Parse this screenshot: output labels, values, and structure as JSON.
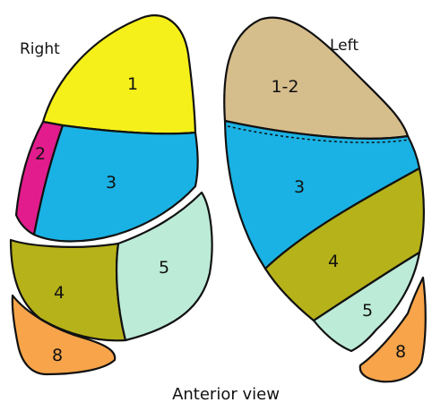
{
  "diagram": {
    "right_label": "Right",
    "left_label": "Left",
    "caption": "Anterior view",
    "right_lung": {
      "segments": [
        {
          "label": "1",
          "color": "#f6f01a"
        },
        {
          "label": "2",
          "color": "#e21c8d"
        },
        {
          "label": "3",
          "color": "#1ab2e4"
        },
        {
          "label": "4",
          "color": "#b6b21a"
        },
        {
          "label": "5",
          "color": "#bcebd8"
        },
        {
          "label": "8",
          "color": "#f7a44a"
        }
      ]
    },
    "left_lung": {
      "segments": [
        {
          "label": "1-2",
          "color": "#d6bd8c"
        },
        {
          "label": "3",
          "color": "#1ab2e4"
        },
        {
          "label": "4",
          "color": "#b6b21a"
        },
        {
          "label": "5",
          "color": "#bcebd8"
        },
        {
          "label": "8",
          "color": "#f7a44a"
        }
      ]
    }
  }
}
